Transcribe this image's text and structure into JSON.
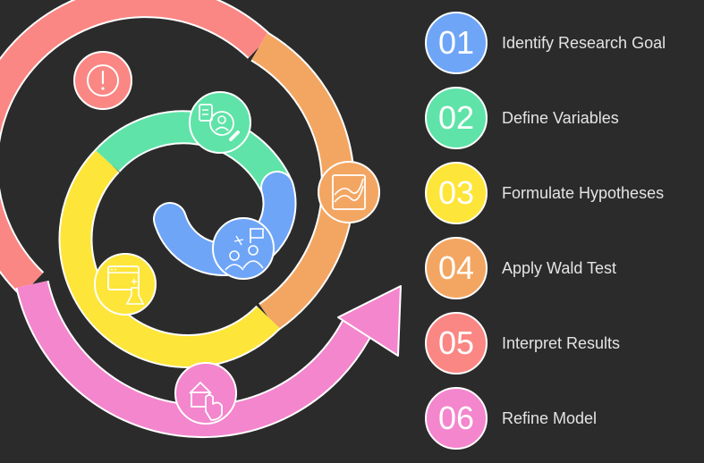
{
  "colors": {
    "background": "#2b2b2b",
    "blue": "#6ea5f7",
    "green": "#5fe3a8",
    "yellow": "#fde539",
    "orange": "#f3a662",
    "salmon": "#fa8784",
    "pink": "#f386cd"
  },
  "icons": {
    "step1": "alert-icon",
    "step2": "user-profile-icon",
    "step3": "browser-lab-icon",
    "step4": "line-chart-icon",
    "step5": "interpret-icon",
    "step6": "hand-tap-icon"
  },
  "steps": [
    {
      "number": "01",
      "label": "Identify Research Goal",
      "color": "#6ea5f7"
    },
    {
      "number": "02",
      "label": "Define Variables",
      "color": "#5fe3a8"
    },
    {
      "number": "03",
      "label": "Formulate Hypotheses",
      "color": "#fde539"
    },
    {
      "number": "04",
      "label": "Apply Wald Test",
      "color": "#f3a662"
    },
    {
      "number": "05",
      "label": "Interpret Results",
      "color": "#fa8784"
    },
    {
      "number": "06",
      "label": "Refine Model",
      "color": "#f386cd"
    }
  ]
}
